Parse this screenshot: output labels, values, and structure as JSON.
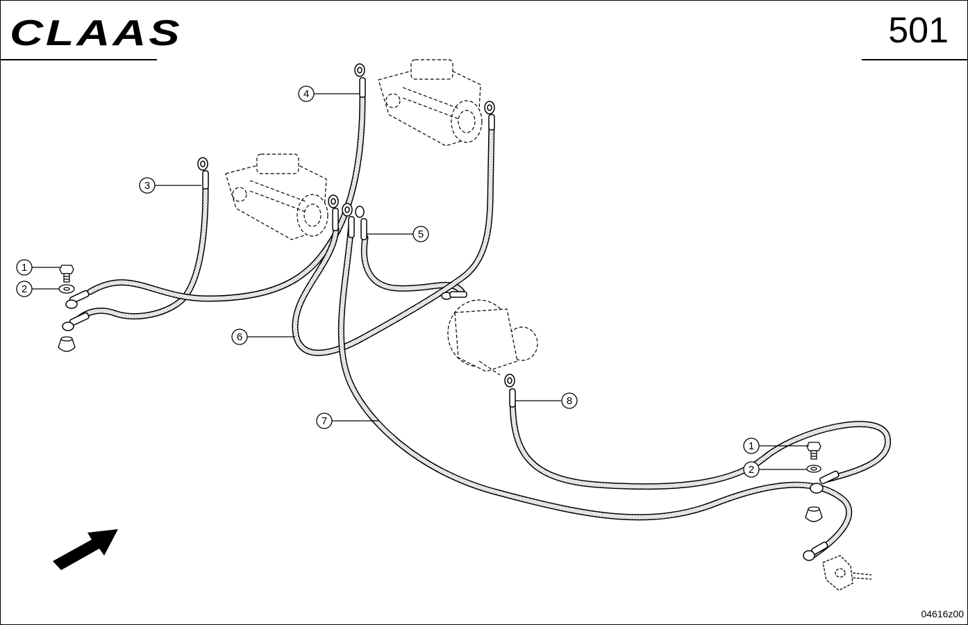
{
  "header": {
    "brand": "CLAAS",
    "page_number": "501"
  },
  "footer": {
    "drawing_id": "04616z00"
  },
  "callouts": [
    "1",
    "2",
    "3",
    "4",
    "5",
    "6",
    "7",
    "8",
    "1",
    "2"
  ],
  "colors": {
    "line": "#000000",
    "cable_fill": "#ffffff",
    "cable_dots": "#555555",
    "background": "#ffffff"
  },
  "icons": [
    "direction-arrow-icon",
    "starter-motor-icon",
    "alternator-icon",
    "bolt-icon",
    "washer-icon",
    "ground-stud-icon",
    "terminal-block-icon"
  ]
}
